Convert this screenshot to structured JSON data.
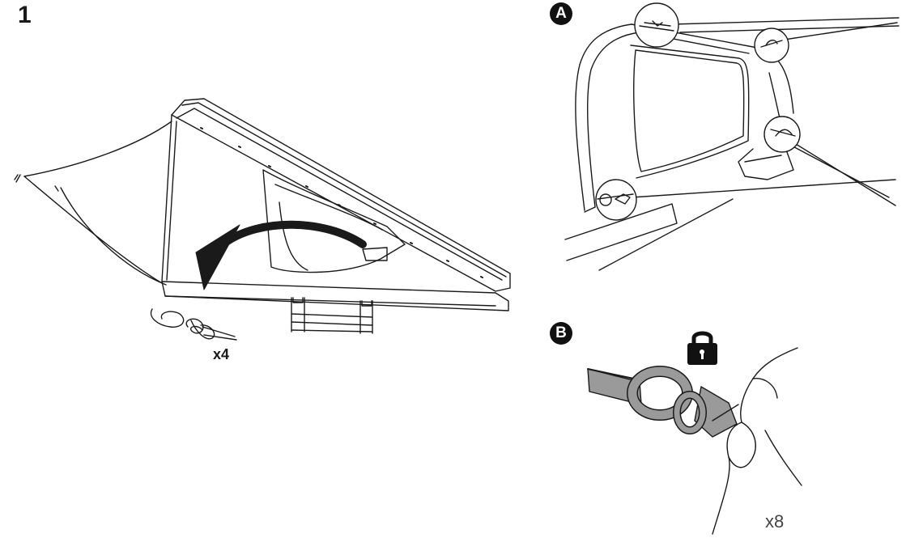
{
  "step": {
    "number": "1"
  },
  "panel_a": {
    "label": "A"
  },
  "panel_b": {
    "label": "B"
  },
  "tent_figure": {
    "quantity": "x4"
  },
  "clip_figure": {
    "quantity": "x8"
  },
  "icons": {
    "lock": "padlock-icon"
  },
  "colors": {
    "line": "#1a1a1a",
    "strap_gray": "#9a9a9a",
    "badge_fill": "#111111"
  }
}
